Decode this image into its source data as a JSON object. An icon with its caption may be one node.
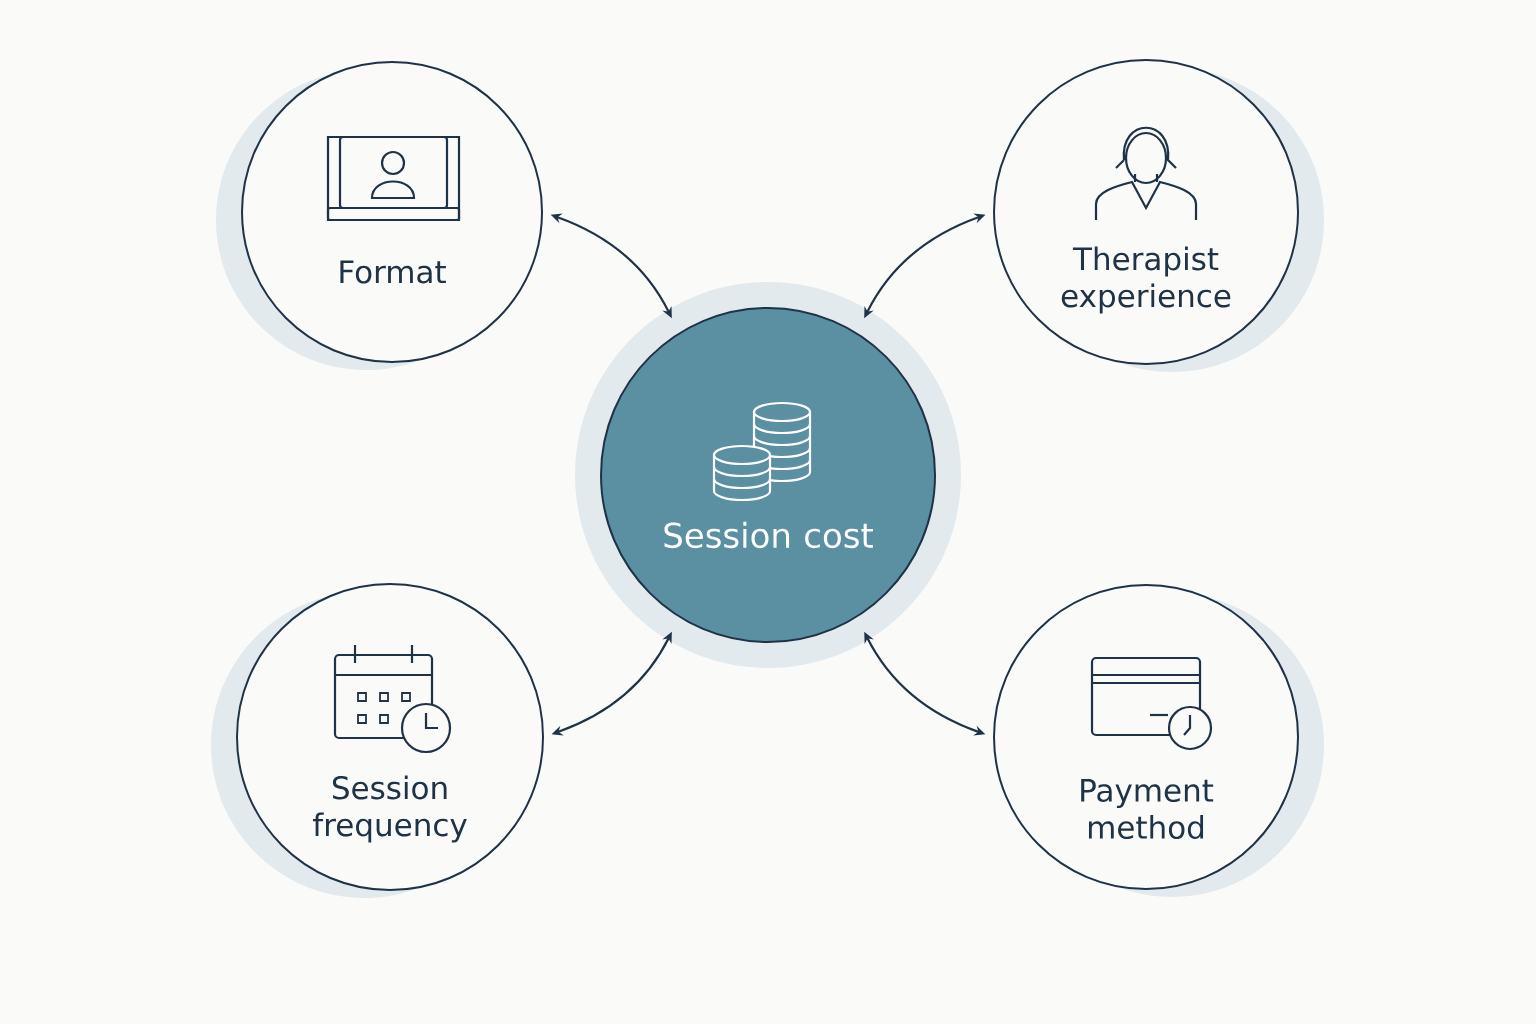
{
  "diagram": {
    "nodes": [
      {
        "text": [
          "Session cost"
        ]
      },
      {
        "text": [
          "Format"
        ]
      },
      {
        "text": [
          "Therapist experience"
        ]
      },
      {
        "text": [
          "Session frequency"
        ]
      },
      {
        "text": [
          "Payment method"
        ]
      }
    ],
    "edges": [
      {
        "from": 0,
        "to": 1,
        "arrow": "both"
      },
      {
        "from": 0,
        "to": 2,
        "arrow": "both"
      },
      {
        "from": 0,
        "to": 3,
        "arrow": "both"
      },
      {
        "from": 0,
        "to": 4,
        "arrow": "both"
      }
    ]
  }
}
